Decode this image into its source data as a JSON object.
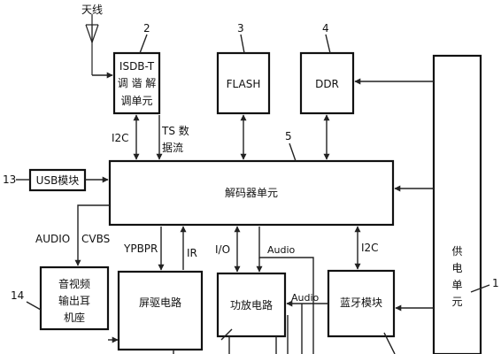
{
  "antenna_label": "天线",
  "blocks": {
    "tuner": {
      "lines": [
        "ISDB-T",
        "调 谐 解",
        "调单元"
      ],
      "number": "2"
    },
    "flash": {
      "label": "FLASH",
      "number": "3"
    },
    "ddr": {
      "label": "DDR",
      "number": "4"
    },
    "decoder": {
      "label": "解码器单元",
      "number": "5"
    },
    "usb": {
      "label": "USB模块",
      "number": "13"
    },
    "audio_jack": {
      "lines": [
        "音视频",
        "输出耳",
        "机座"
      ],
      "number": "14"
    },
    "screen_driver": {
      "label": "屏驱电路"
    },
    "amplifier": {
      "label": "功放电路"
    },
    "bluetooth": {
      "label": "蓝牙模块"
    },
    "power": {
      "lines": [
        "供",
        "电",
        "单",
        "元"
      ],
      "number": "1"
    }
  },
  "signals": {
    "i2c_tuner": "I2C",
    "ts_data": [
      "TS 数",
      "据流"
    ],
    "audio": "AUDIO",
    "cvbs": "CVBS",
    "ypbpr": "YPBPR",
    "ir": "IR",
    "io": "I/O",
    "audio_amp": "Audio",
    "i2c_bt": "I2C",
    "audio_bt": "Audio"
  }
}
